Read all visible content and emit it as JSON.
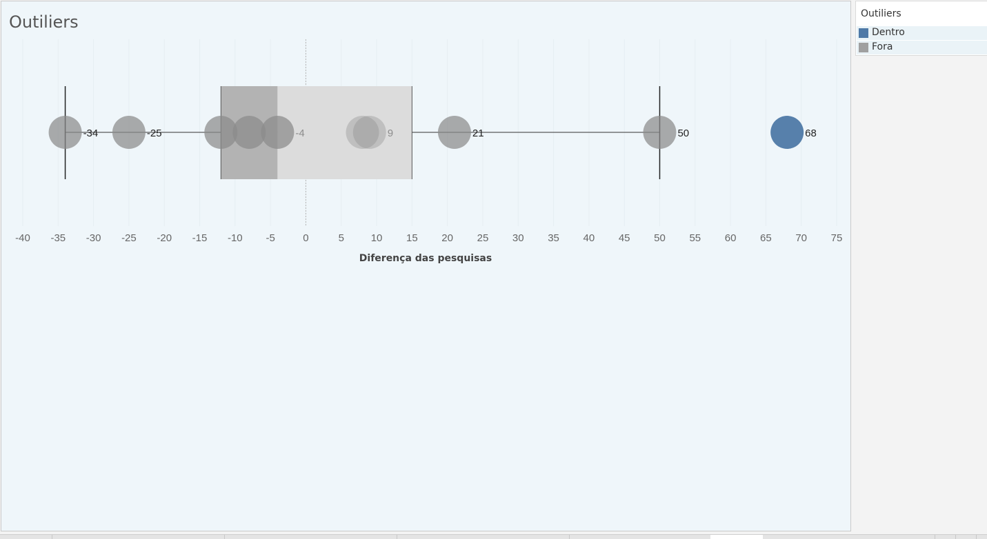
{
  "chart_data": {
    "type": "scatter",
    "subtype": "box-plot with dot strip",
    "title": "Outiliers",
    "xlabel": "Diferença das pesquisas",
    "xlim": [
      -40,
      75
    ],
    "x_ticks": [
      -40,
      -35,
      -30,
      -25,
      -20,
      -15,
      -10,
      -5,
      0,
      5,
      10,
      15,
      20,
      25,
      30,
      35,
      40,
      45,
      50,
      55,
      60,
      65,
      70,
      75
    ],
    "box": {
      "whisker_low": -34,
      "q1": -12,
      "median": -4,
      "q3": 15,
      "whisker_high": 50
    },
    "points": [
      {
        "value": -34,
        "label": "-34",
        "group": "Fora"
      },
      {
        "value": -25,
        "label": "-25",
        "group": "Fora"
      },
      {
        "value": -12,
        "label": "",
        "group": "Fora"
      },
      {
        "value": -8,
        "label": "",
        "group": "Fora"
      },
      {
        "value": -4,
        "label": "-4",
        "group": "Fora"
      },
      {
        "value": 8,
        "label": "",
        "group": "Fora"
      },
      {
        "value": 9,
        "label": "9",
        "group": "Fora"
      },
      {
        "value": 21,
        "label": "21",
        "group": "Fora"
      },
      {
        "value": 50,
        "label": "50",
        "group": "Fora"
      },
      {
        "value": 68,
        "label": "68",
        "group": "Dentro"
      }
    ],
    "legend": {
      "title": "Outiliers",
      "placement": "right",
      "items": [
        {
          "name": "Dentro",
          "color": "#4e79a7"
        },
        {
          "name": "Fora",
          "color": "#a0a0a0"
        }
      ]
    },
    "zero_line": true
  }
}
